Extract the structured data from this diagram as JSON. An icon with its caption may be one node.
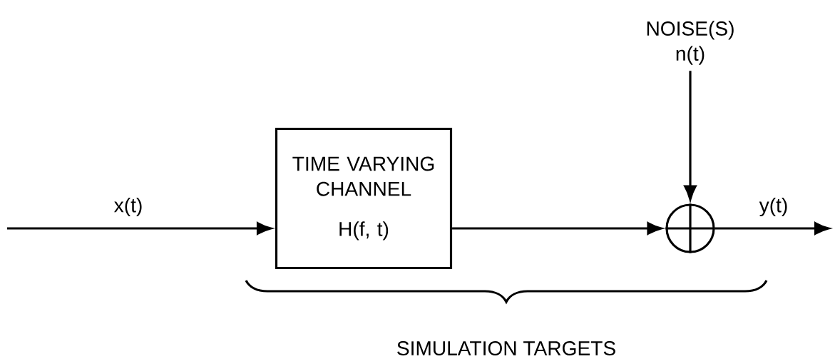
{
  "diagram": {
    "nodes": [
      {
        "text": [
          "NOISE(S) n(t)"
        ]
      },
      {
        "text": [
          "TIME VARYING CHANNEL",
          "H(f, t)"
        ]
      },
      {
        "text": [],
        "shape": "circle"
      }
    ],
    "edges": [
      {
        "from": null,
        "to": 1,
        "arrow": "to",
        "label": "x(t)"
      },
      {
        "from": 1,
        "to": 2,
        "arrow": "to"
      },
      {
        "from": 0,
        "to": 2,
        "arrow": "to"
      },
      {
        "from": 2,
        "to": null,
        "arrow": "to",
        "label": "y(t)"
      }
    ],
    "labels": [
      "SIMULATION TARGETS"
    ]
  }
}
